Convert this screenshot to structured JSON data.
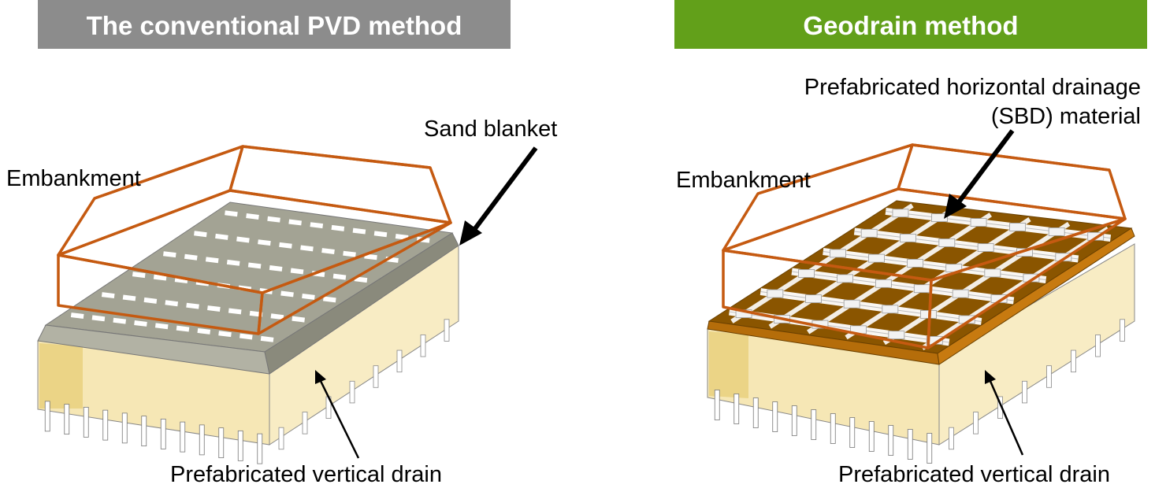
{
  "left_panel": {
    "title": "The conventional PVD method",
    "title_bg": "#8c8c8c",
    "labels": {
      "embankment": "Embankment",
      "sand_blanket": "Sand blanket",
      "vertical_drain": "Prefabricated vertical drain"
    }
  },
  "right_panel": {
    "title": "Geodrain method",
    "title_bg": "#62a01a",
    "labels": {
      "embankment": "Embankment",
      "horizontal_drainage_line1": "Prefabricated horizontal drainage",
      "horizontal_drainage_line2": "(SBD) material",
      "vertical_drain": "Prefabricated vertical drain"
    }
  },
  "colors": {
    "embankment_outline": "#c55a11",
    "soil_front": "#f6e7b5",
    "soil_side": "#f8ecc4",
    "soil_shade": "#e8cf7a",
    "sand_top": "#a3a394",
    "sand_edge": "#8a8a7c",
    "geo_top": "#8a5500",
    "geo_edge": "#c77a10",
    "drain_strip": "#ffffff",
    "arrow": "#000000"
  }
}
